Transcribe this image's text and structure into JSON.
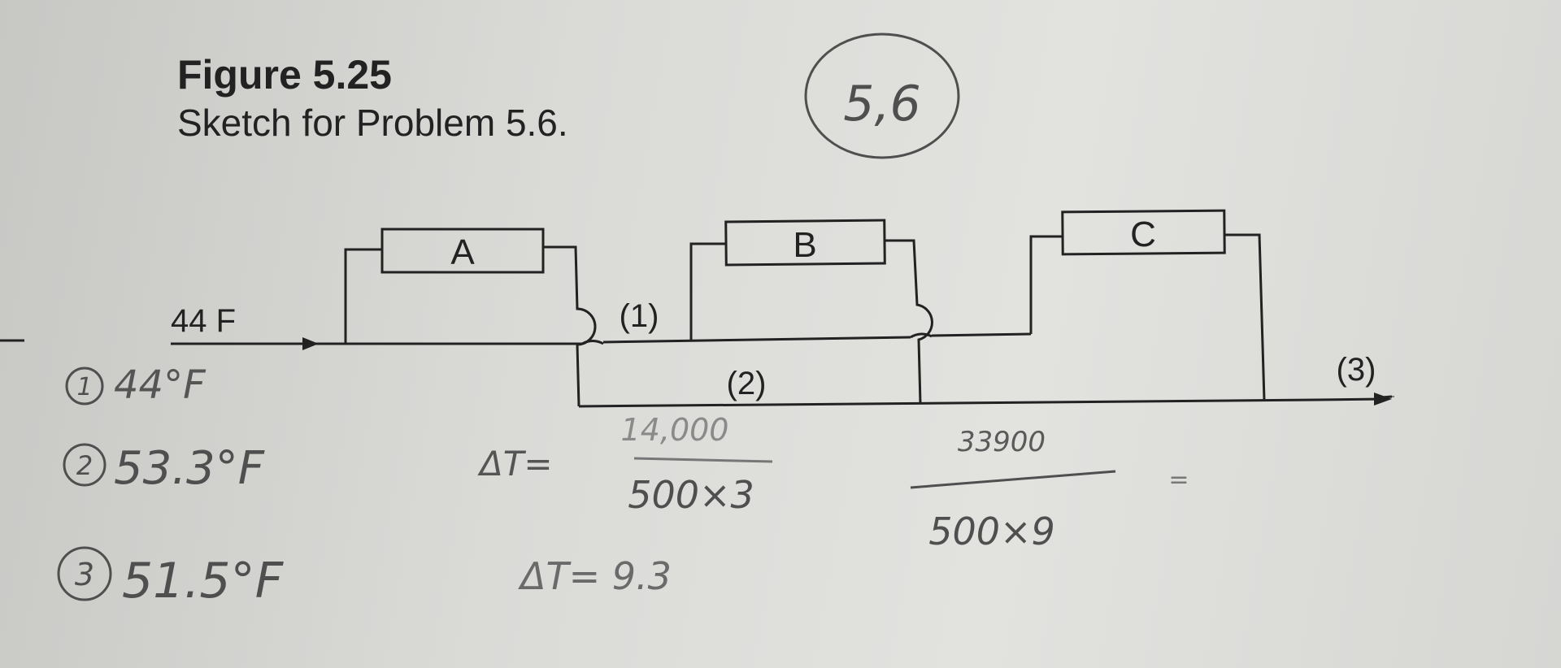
{
  "figure": {
    "number": "Figure 5.25",
    "caption": "Sketch for Problem 5.6."
  },
  "problem_tag": "5,6",
  "diagram": {
    "input_label": "44 F",
    "boxes": [
      "A",
      "B",
      "C"
    ],
    "points": [
      "(1)",
      "(2)",
      "(3)"
    ]
  },
  "handwritten": {
    "states": [
      {
        "num": "1",
        "value": "44°F"
      },
      {
        "num": "2",
        "value": "53.3°F"
      },
      {
        "num": "3",
        "value": "51.5°F"
      }
    ],
    "delta_label": "ΔT=",
    "fraction1": {
      "numerator": "14,000",
      "denominator": "500×3"
    },
    "delta_result": "ΔT= 9.3",
    "fraction2": {
      "numerator": "33900",
      "denominator": "500×9",
      "equals": "="
    }
  },
  "colors": {
    "ink": "#222222",
    "pencil": "#4f4f4f"
  }
}
